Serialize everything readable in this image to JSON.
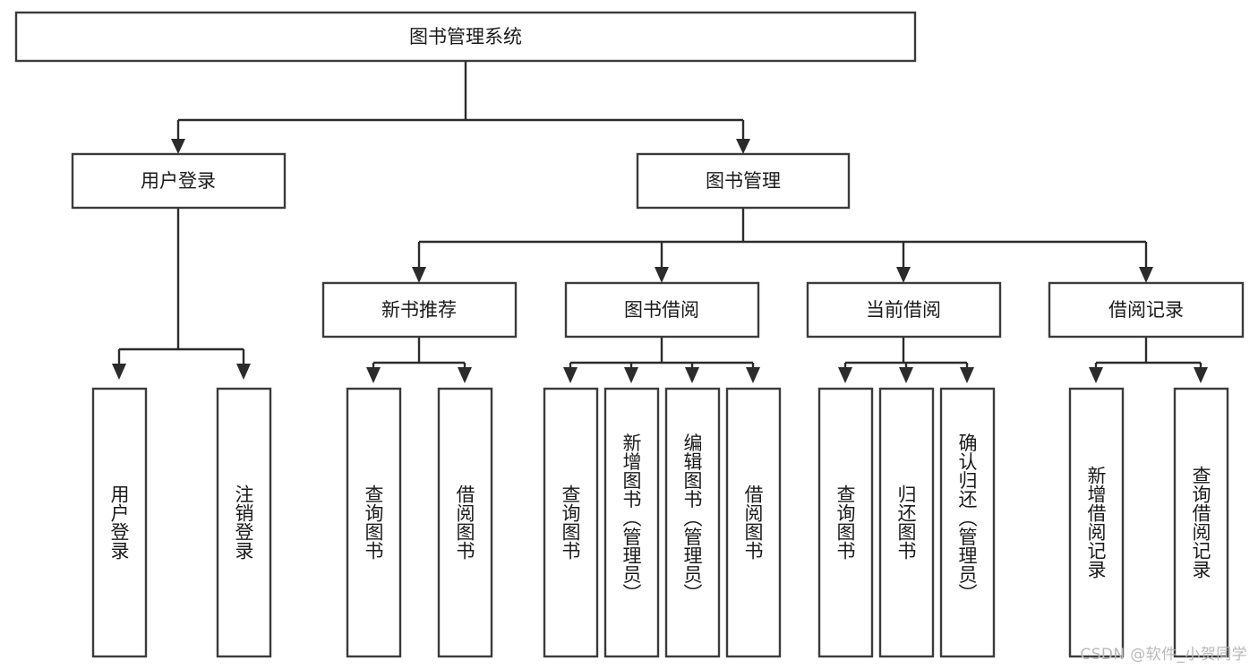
{
  "diagram": {
    "title": "图书管理系统",
    "type": "tree-hierarchy",
    "watermark": "CSDN @软件_小贺同学",
    "colors": {
      "background": "#ffffff",
      "box_fill": "#ffffff",
      "box_stroke": "#3b3b3b",
      "connector": "#2b2b2b",
      "text": "#1a1a1a",
      "watermark": "#b9b9b9"
    },
    "root": {
      "label": "图书管理系统"
    },
    "level2": [
      {
        "label": "用户登录"
      },
      {
        "label": "图书管理"
      }
    ],
    "level3": [
      {
        "label": "新书推荐"
      },
      {
        "label": "图书借阅"
      },
      {
        "label": "当前借阅"
      },
      {
        "label": "借阅记录"
      }
    ],
    "leaves": {
      "user_login": [
        {
          "label": "用户登录"
        },
        {
          "label": "注销登录"
        }
      ],
      "new_book_recommend": [
        {
          "label": "查询图书"
        },
        {
          "label": "借阅图书"
        }
      ],
      "book_borrow": [
        {
          "label": "查询图书"
        },
        {
          "label": "新增图书（管理员）"
        },
        {
          "label": "编辑图书（管理员）"
        },
        {
          "label": "借阅图书"
        }
      ],
      "current_borrow": [
        {
          "label": "查询图书"
        },
        {
          "label": "归还图书"
        },
        {
          "label": "确认归还（管理员）"
        }
      ],
      "borrow_record": [
        {
          "label": "新增借阅记录"
        },
        {
          "label": "查询借阅记录"
        }
      ]
    }
  }
}
